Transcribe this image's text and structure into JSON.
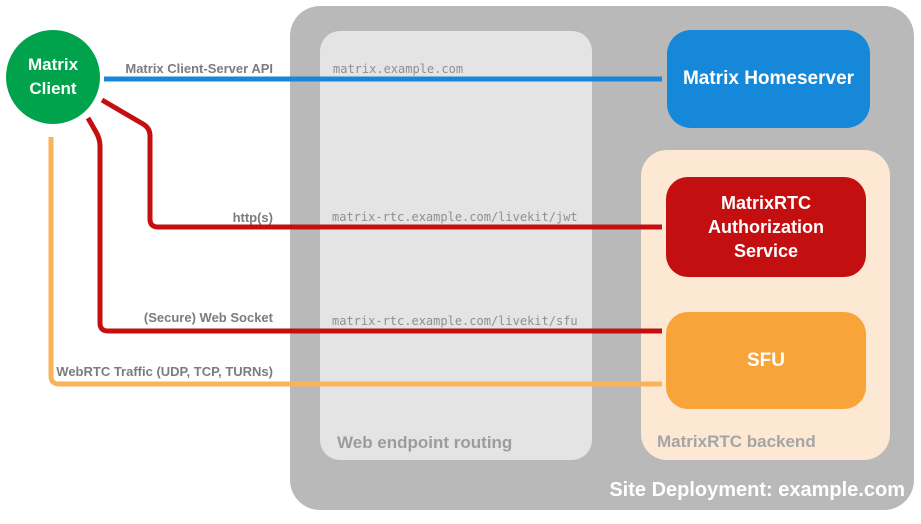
{
  "colors": {
    "client_green": "#00a24b",
    "homeserver_blue": "#1688d9",
    "service_red": "#c40f11",
    "sfu_orange": "#f9a33b",
    "webrtc_orange": "#fbb25a",
    "backend_peach": "#fce8d3",
    "deployment_gray": "#b9b9b9",
    "routing_gray": "#e4e4e4"
  },
  "nodes": {
    "matrix_client": {
      "label": "Matrix\nClient"
    },
    "matrix_homeserver": {
      "label": "Matrix Homeserver"
    },
    "auth_service": {
      "label": "MatrixRTC\nAuthorization\nService"
    },
    "sfu": {
      "label": "SFU"
    }
  },
  "containers": {
    "site_deployment": {
      "label": "Site Deployment: example.com"
    },
    "web_endpoint_routing": {
      "label": "Web endpoint routing"
    },
    "matrixrtc_backend": {
      "label": "MatrixRTC backend"
    }
  },
  "arrows": {
    "client_server_api": {
      "label": "Matrix Client-Server API"
    },
    "https": {
      "label": "http(s)"
    },
    "web_socket": {
      "label": "(Secure) Web Socket"
    },
    "webrtc": {
      "label": "WebRTC Traffic (UDP, TCP, TURNs)"
    }
  },
  "endpoints": {
    "homeserver_host": "matrix.example.com",
    "jwt_path": "matrix-rtc.example.com/livekit/jwt",
    "sfu_path": "matrix-rtc.example.com/livekit/sfu"
  }
}
